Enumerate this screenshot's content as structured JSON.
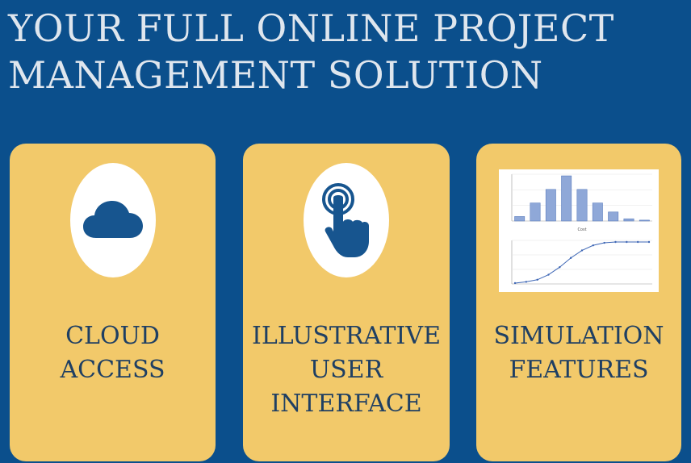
{
  "headline": {
    "line1": "YOUR FULL ONLINE PROJECT",
    "line2": "MANAGEMENT SOLUTION"
  },
  "cards": [
    {
      "icon": "cloud-icon",
      "label_lines": [
        "CLOUD ACCESS"
      ]
    },
    {
      "icon": "touch-hand-icon",
      "label_lines": [
        "ILLUSTRATIVE",
        "USER INTERFACE"
      ]
    },
    {
      "icon": "simulation-chart",
      "label_lines": [
        "SIMULATION",
        "FEATURES"
      ]
    }
  ],
  "colors": {
    "background": "#0b4f8c",
    "card": "#f2c96a",
    "label": "#1f3f63",
    "icon": "#17558f",
    "headline": "#dfe6ee"
  },
  "chart_data": [
    {
      "type": "bar",
      "values": [
        1,
        4,
        7,
        10,
        7,
        4,
        2,
        0.5,
        0.2
      ],
      "xlabel": "Cost"
    },
    {
      "type": "line",
      "values": [
        2,
        5,
        10,
        22,
        40,
        62,
        80,
        92,
        98,
        100,
        100,
        100,
        100
      ],
      "ylim": [
        0,
        100
      ]
    }
  ]
}
